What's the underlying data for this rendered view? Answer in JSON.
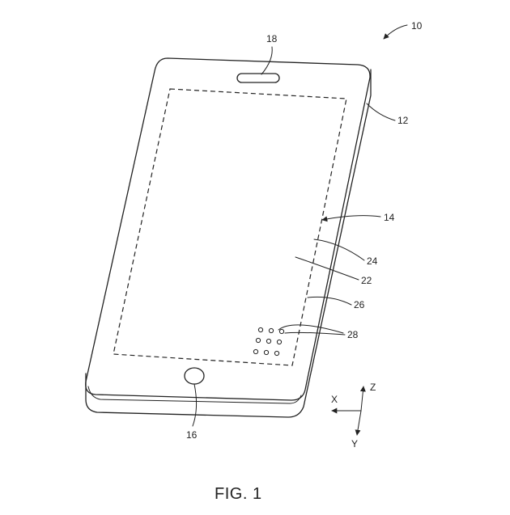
{
  "figure": {
    "caption": "FIG. 1",
    "labels": {
      "device": "10",
      "housing": "12",
      "display": "14",
      "home_button": "16",
      "speaker": "18",
      "layer_22": "22",
      "layer_24": "24",
      "layer_26": "26",
      "sensors": "28"
    },
    "axes": {
      "x": "X",
      "y": "Y",
      "z": "Z"
    }
  }
}
